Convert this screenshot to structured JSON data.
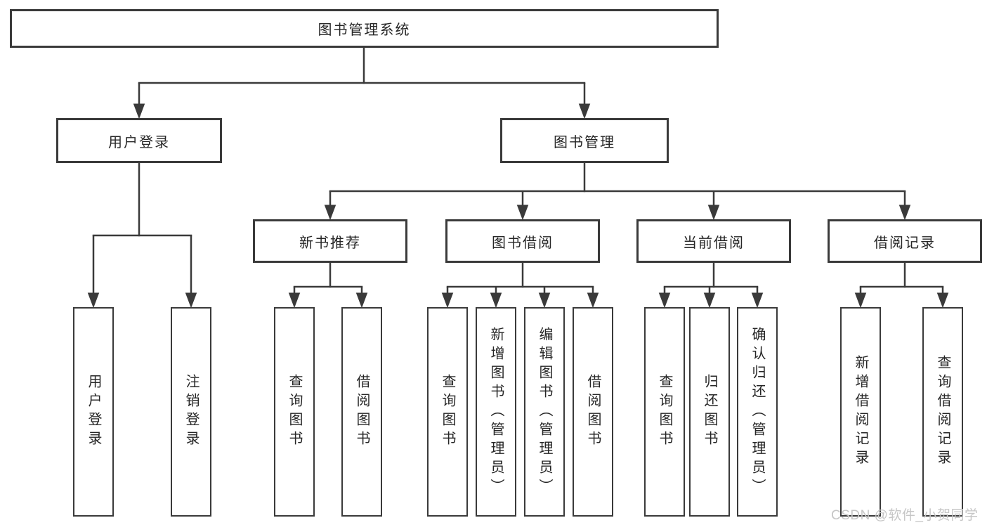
{
  "colors": {
    "line": "#3a3a3a",
    "border": "#3a3a3a",
    "text": "#262626",
    "watermark_text": "#c6c6c6",
    "background": "#ffffff"
  },
  "watermark": "CSDN @软件_小贺同学",
  "tree": {
    "root": "图书管理系统",
    "branches": [
      {
        "label": "用户登录",
        "leaves": [
          "用户登录",
          "注销登录"
        ]
      },
      {
        "label": "图书管理",
        "groups": [
          {
            "label": "新书推荐",
            "leaves": [
              "查询图书",
              "借阅图书"
            ]
          },
          {
            "label": "图书借阅",
            "leaves": [
              "查询图书",
              "新增图书（管理员）",
              "编辑图书（管理员）",
              "借阅图书"
            ]
          },
          {
            "label": "当前借阅",
            "leaves": [
              "查询图书",
              "归还图书",
              "确认归还（管理员）"
            ]
          },
          {
            "label": "借阅记录",
            "leaves": [
              "新增借阅记录",
              "查询借阅记录"
            ]
          }
        ]
      }
    ]
  }
}
